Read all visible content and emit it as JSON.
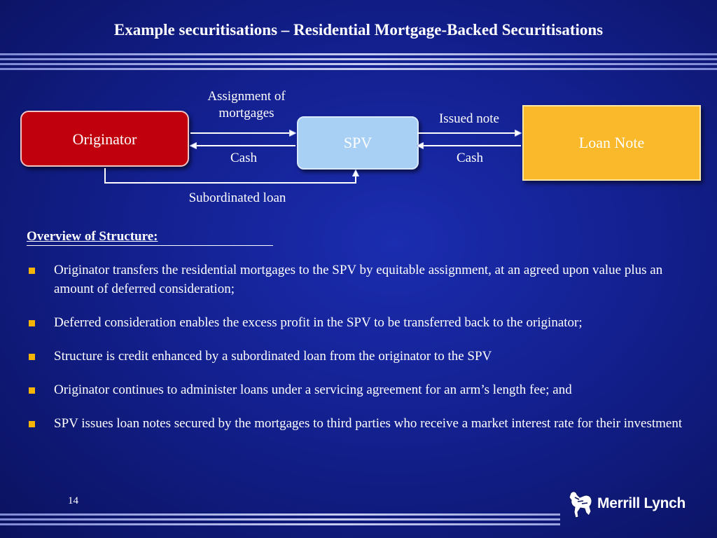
{
  "slide": {
    "title": "Example securitisations – Residential Mortgage-Backed Securitisations",
    "page_number": "14"
  },
  "diagram": {
    "originator": "Originator",
    "spv": "SPV",
    "loan_note": "Loan Note",
    "assignment_label": "Assignment of mortgages",
    "cash_left": "Cash",
    "issued_note": "Issued note",
    "cash_right": "Cash",
    "subordinated_loan": "Subordinated loan"
  },
  "overview": {
    "heading": "Overview of Structure:",
    "bullets": [
      "Originator transfers the residential mortgages to the SPV by equitable assignment, at an agreed upon value plus an amount of deferred consideration;",
      "Deferred consideration enables the excess profit in the SPV to be transferred back to the originator;",
      "Structure is credit enhanced by a subordinated loan from the originator to the SPV",
      "Originator continues to administer loans under a servicing agreement for an arm’s length fee; and",
      "SPV issues loan notes secured by the mortgages to third parties who receive a market interest rate for their investment"
    ]
  },
  "logo": {
    "text": "Merrill Lynch",
    "icon": "bull-icon"
  },
  "colors": {
    "originator": "#c0000c",
    "spv": "#a8d0f5",
    "loan_note": "#f9b92b",
    "bullet": "#f5b400"
  }
}
